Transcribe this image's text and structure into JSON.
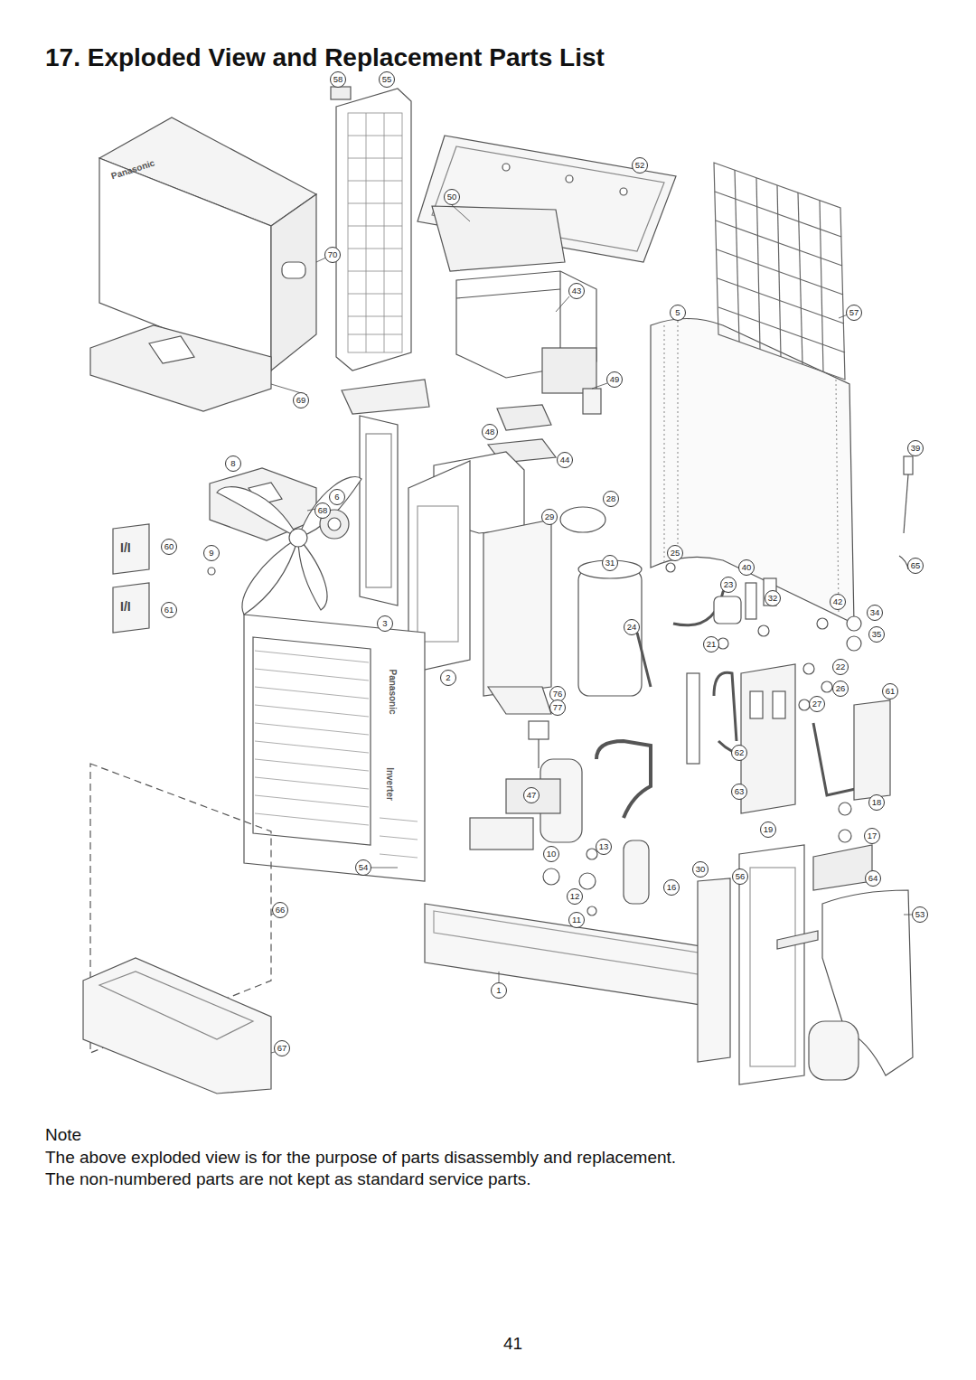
{
  "diagram": {
    "title": "17. Exploded View and Replacement Parts List",
    "labels": [
      "Panasonic",
      "Panasonic",
      "Inverter",
      "I/I",
      "I/I",
      "58",
      "55",
      "52",
      "50",
      "70",
      "43",
      "5",
      "57",
      "69",
      "49",
      "48",
      "68",
      "44",
      "8",
      "6",
      "39",
      "28",
      "29",
      "31",
      "25",
      "60",
      "9",
      "61",
      "40",
      "23",
      "32",
      "42",
      "34",
      "35",
      "65",
      "3",
      "24",
      "21",
      "22",
      "26",
      "27",
      "61",
      "2",
      "76",
      "77",
      "62",
      "63",
      "19",
      "18",
      "17",
      "47",
      "10",
      "13",
      "12",
      "11",
      "16",
      "56",
      "64",
      "30",
      "53",
      "54",
      "66",
      "1",
      "67",
      "Note",
      "The above exploded view is for the purpose of parts disassembly and replacement.",
      "The non-numbered parts are not kept as standard service parts.",
      "41"
    ]
  }
}
